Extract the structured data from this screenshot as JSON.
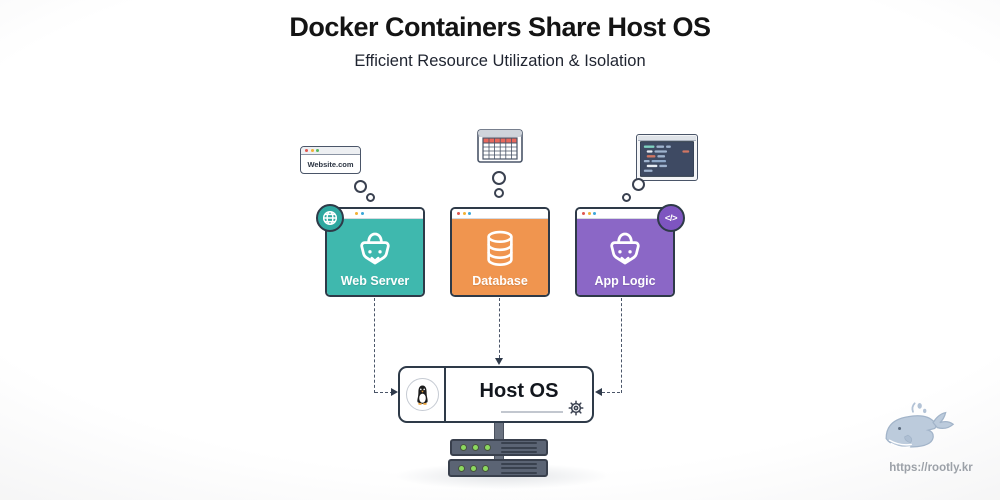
{
  "header": {
    "title": "Docker Containers Share Host OS",
    "subtitle": "Efficient Resource Utilization & Isolation"
  },
  "workloads": {
    "browser_window": {
      "label": "Website.com"
    },
    "spreadsheet": {
      "name": "spreadsheet-icon"
    },
    "code_editor": {
      "name": "code-editor-icon"
    }
  },
  "containers": [
    {
      "label": "Web Server",
      "color": "#3FB8AE",
      "badge": "globe"
    },
    {
      "label": "Database",
      "color": "#F0954F",
      "badge": ""
    },
    {
      "label": "App Logic",
      "color": "#8B67C6",
      "badge": "</>"
    }
  ],
  "host": {
    "label": "Host OS"
  },
  "watermark": {
    "url": "https://rootly.kr"
  },
  "colors": {
    "container_border": "#2E3A48",
    "teal": "#3FB8AE",
    "orange": "#F0954F",
    "purple": "#8B67C6",
    "badge_teal": "#2FA8A0",
    "badge_purple": "#7E55C0",
    "connector": "#4A5568",
    "rack_body": "#5B6474",
    "led_green": "#8CD95F",
    "watermark_gray": "#9CA1A8",
    "whale_blue": "#BCCBDC"
  }
}
